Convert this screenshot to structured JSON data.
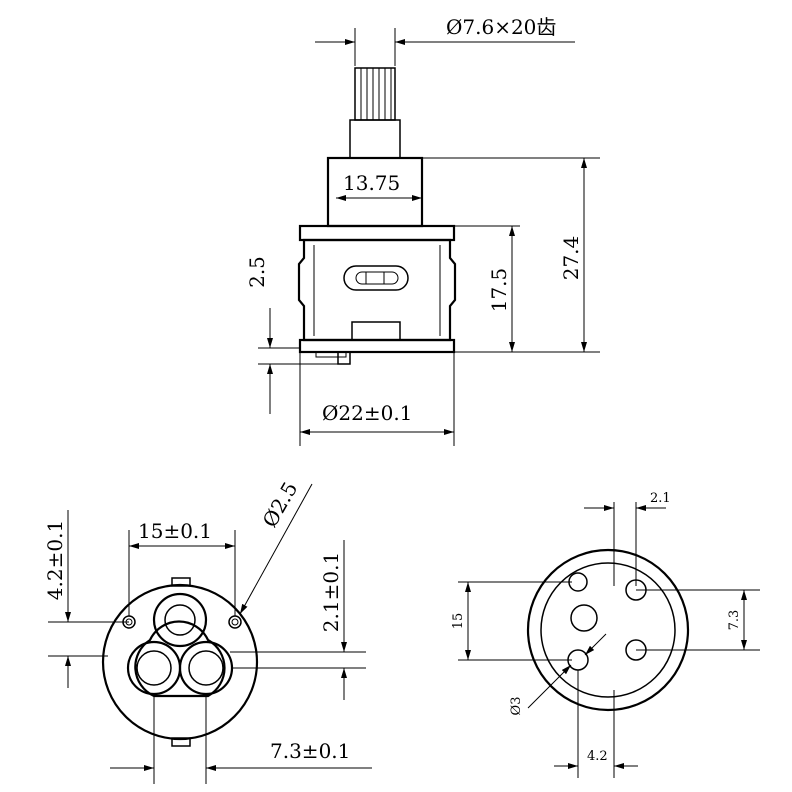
{
  "colors": {
    "line": "#000000",
    "background": "#ffffff"
  },
  "side_view": {
    "stem_spline": "Ø7.6×20齿",
    "top_width": "13.75",
    "total_height": "27.4",
    "body_height": "17.5",
    "step": "2.5",
    "diameter": "Ø22±0.1"
  },
  "bottom_view": {
    "hole_spacing": "15±0.1",
    "pin_dia": "Ø2.5",
    "offset_left": "4.2±0.1",
    "offset_right": "2.1±0.1",
    "port_spacing": "7.3±0.1"
  },
  "gasket_view": {
    "top_offset": "2.1",
    "height": "15",
    "right_spacing": "7.3",
    "hole_dia": "Ø3",
    "bottom_offset": "4.2"
  }
}
